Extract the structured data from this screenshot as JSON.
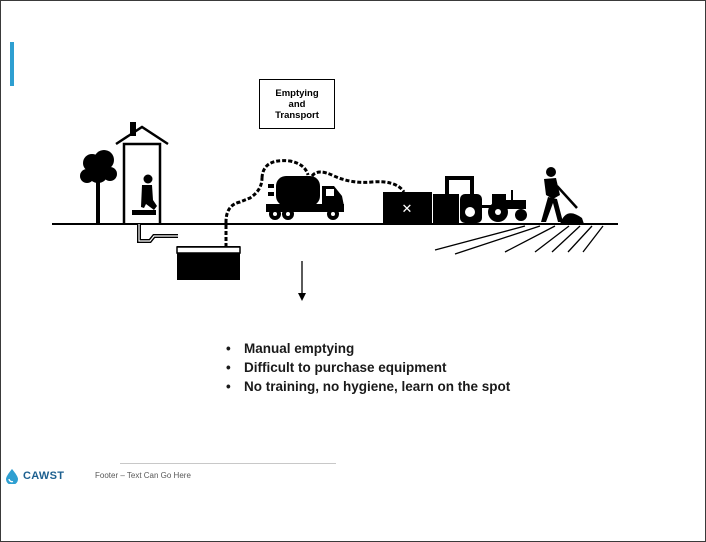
{
  "slide": {
    "stage_label_lines": [
      "Emptying",
      "and",
      "Transport"
    ],
    "bullets": [
      "Manual emptying",
      "Difficult to purchase equipment",
      "No training, no hygiene, learn on the spot"
    ],
    "bullet_marker": "•"
  },
  "footer": {
    "logo_text": "CAWST",
    "text": "Footer – Text Can Go Here"
  },
  "colors": {
    "accent": "#2e9fd1",
    "logo": "#1c5f8f",
    "ink": "#000000"
  },
  "icons": [
    "tree-icon",
    "latrine-icon",
    "person-squatting-icon",
    "pit-tank-icon",
    "vacuum-truck-icon",
    "treatment-plant-icon",
    "tractor-icon",
    "farmer-shoveling-icon",
    "down-arrow-icon",
    "water-drop-icon"
  ]
}
